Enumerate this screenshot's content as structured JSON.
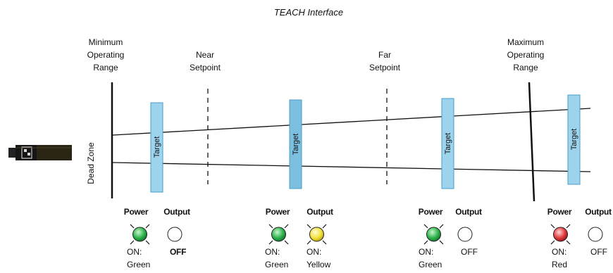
{
  "title": "TEACH Interface",
  "dead_zone_label": "Dead Zone",
  "range_labels": {
    "minimum": [
      "Minimum",
      "Operating",
      "Range"
    ],
    "near": [
      "Near",
      "Setpoint"
    ],
    "far": [
      "Far",
      "Setpoint"
    ],
    "maximum": [
      "Maximum",
      "Operating",
      "Range"
    ]
  },
  "target_label": "Target",
  "indicators": [
    {
      "power_label": "Power",
      "output_label": "Output",
      "power_state": [
        "ON:",
        "Green"
      ],
      "output_state": [
        "OFF"
      ],
      "power_color": "#2db34a",
      "output_color": "#ffffff"
    },
    {
      "power_label": "Power",
      "output_label": "Output",
      "power_state": [
        "ON:",
        "Green"
      ],
      "output_state": [
        "ON:",
        "Yellow"
      ],
      "power_color": "#2db34a",
      "output_color": "#f2e23a"
    },
    {
      "power_label": "Power",
      "output_label": "Output",
      "power_state": [
        "ON:",
        "Green"
      ],
      "output_state": [
        "OFF"
      ],
      "power_color": "#2db34a",
      "output_color": "#ffffff"
    },
    {
      "power_label": "Power",
      "output_label": "Output",
      "power_state": [
        "ON:",
        "Red"
      ],
      "output_state": [
        "OFF"
      ],
      "power_color": "#e03a3a",
      "output_color": "#ffffff"
    }
  ],
  "colors": {
    "target_fill": "#9dd3ec",
    "target_stroke": "#4a9cc8",
    "sensor_body": "#2b2516"
  }
}
